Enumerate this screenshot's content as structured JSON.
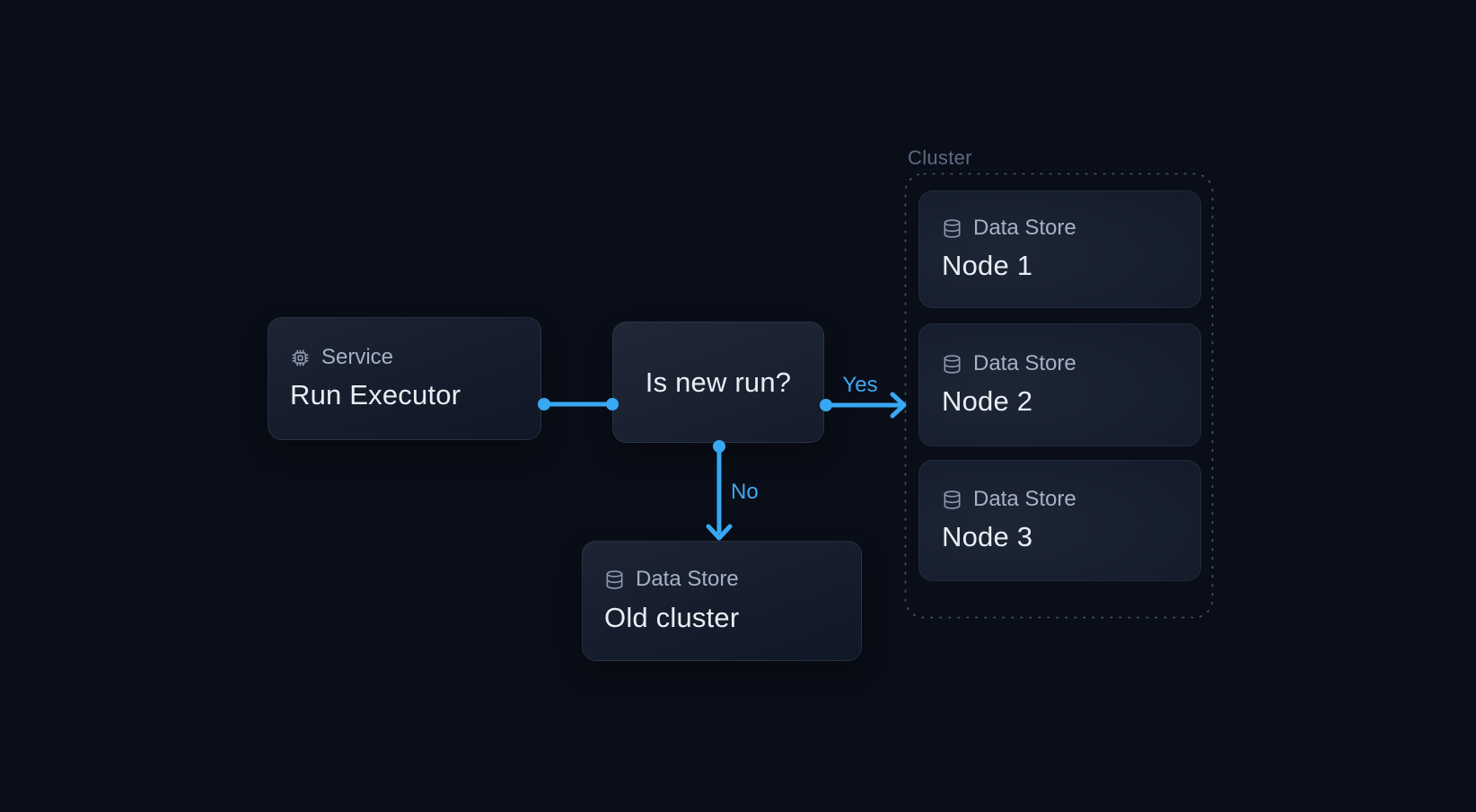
{
  "colors": {
    "background": "#0a0e18",
    "accent_blue": "#38a8f2",
    "node_title_text": "#e9edf4",
    "node_type_text": "#a7b1c4",
    "cluster_label_text": "#5f6a82",
    "cluster_dashed_border": "#4a5470"
  },
  "nodes": {
    "service": {
      "icon": "cpu-icon",
      "type_label": "Service",
      "title": "Run Executor"
    },
    "decision": {
      "title": "Is new run?"
    },
    "old_cluster": {
      "icon": "database-icon",
      "type_label": "Data Store",
      "title": "Old cluster"
    }
  },
  "cluster": {
    "label": "Cluster",
    "nodes": [
      {
        "icon": "database-icon",
        "type_label": "Data Store",
        "title": "Node 1"
      },
      {
        "icon": "database-icon",
        "type_label": "Data Store",
        "title": "Node 2"
      },
      {
        "icon": "database-icon",
        "type_label": "Data Store",
        "title": "Node 3"
      }
    ]
  },
  "edges": {
    "decision_yes": {
      "label": "Yes"
    },
    "decision_no": {
      "label": "No"
    }
  }
}
